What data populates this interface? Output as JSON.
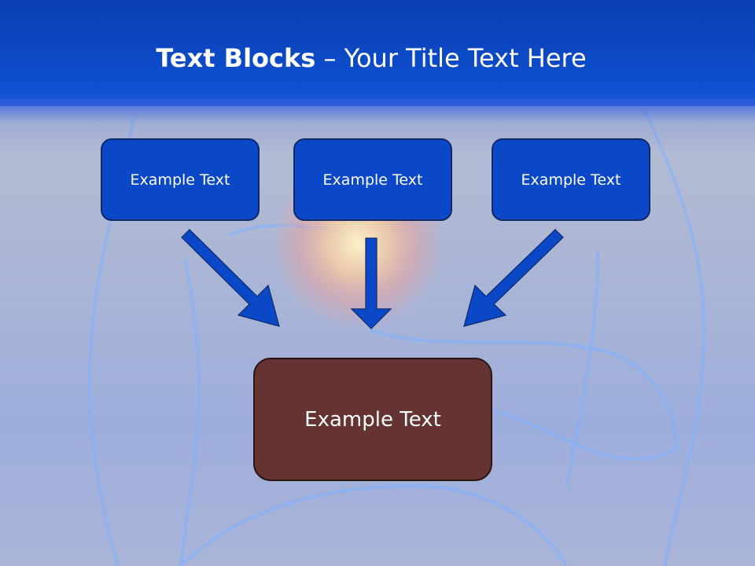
{
  "slide": {
    "title_bold": "Text Blocks",
    "title_dash": " – ",
    "title_rest": "Your Title Text Here"
  },
  "boxes": [
    {
      "label": "Example Text"
    },
    {
      "label": "Example Text"
    },
    {
      "label": "Example Text"
    }
  ],
  "target": {
    "label": "Example Text"
  },
  "colors": {
    "header_blue": "#0d4ccb",
    "box_blue": "#0a48c8",
    "arrow_blue": "#0a48c8",
    "target_brown": "#663333"
  }
}
